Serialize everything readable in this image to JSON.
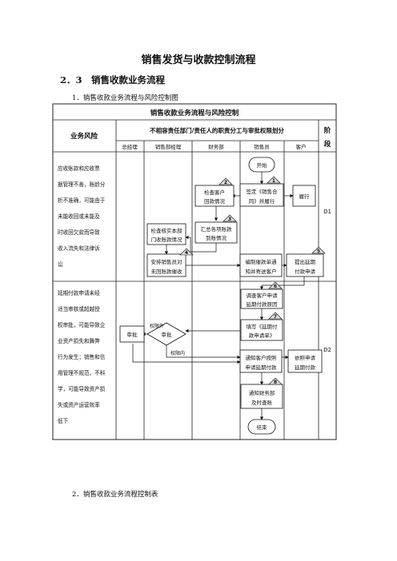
{
  "doc": {
    "title": "销售发货与收款控制流程",
    "section": "2．3　销售收款业务流程",
    "sub1": "1．销售收款业务流程与风险控制图",
    "sub2": "2．销售收款业务流程控制表"
  },
  "table": {
    "header": "销售收款业务流程与风险控制",
    "risk_header": "业务风险",
    "division_header": "不相容责任部门/责任人的职责分工与审批权限划分",
    "stage_header": [
      "阶",
      "段"
    ],
    "columns": [
      "总经理",
      "销售部经理",
      "财务部",
      "销售员",
      "客户"
    ],
    "risk1": [
      "应收账款和应收票",
      "据管理不善，账龄分",
      "析不准确，可能由于",
      "未能收回或未能及",
      "时收回欠款而导致",
      "收入流失和法律诉",
      "讼"
    ],
    "risk2": [
      "延期付款申请未经",
      "适当审核或超越授",
      "权审批，可能导致企",
      "业资产损失和舞弊",
      "行为发生；销售和信",
      "用管理不规范，不科",
      "学，可能导致资产损",
      "失或资产运营效率",
      "低下"
    ],
    "stage1": "D1",
    "stage2": "D2"
  },
  "flow": {
    "start": "开始",
    "end": "结束",
    "perform": "履行",
    "check_customer": [
      "检查客户",
      "回款情况"
    ],
    "sign_contract": [
      "签定《销售合",
      "同》并履行"
    ],
    "summarize": [
      "汇总各项账款",
      "到账情况"
    ],
    "review_sales": [
      "检查核实本部",
      "门收账款情况"
    ],
    "arrange": [
      "安排销售员对",
      "未回账款催收"
    ],
    "prepare_notice": [
      "编制催款单通",
      "知并寄送客户"
    ],
    "apply_delay": [
      "提出延期",
      "付款申请"
    ],
    "review_reason": [
      "调查客户申请",
      "延期付款原因"
    ],
    "fill_form": [
      "填写《延期付",
      "款申请单》"
    ],
    "notify": [
      "通知客户按照",
      "申请延期付款"
    ],
    "pay_delay": [
      "依照申请",
      "延期付款"
    ],
    "notify_finance": [
      "通知财务部",
      "及时查账"
    ],
    "approve": "审批",
    "over_limit": "权限外",
    "within_limit": "权限内",
    "n1": "1",
    "n2": "2",
    "n3": "3",
    "n4": "4",
    "n5": "5",
    "n6": "6",
    "n7": "7",
    "n8": "8"
  }
}
